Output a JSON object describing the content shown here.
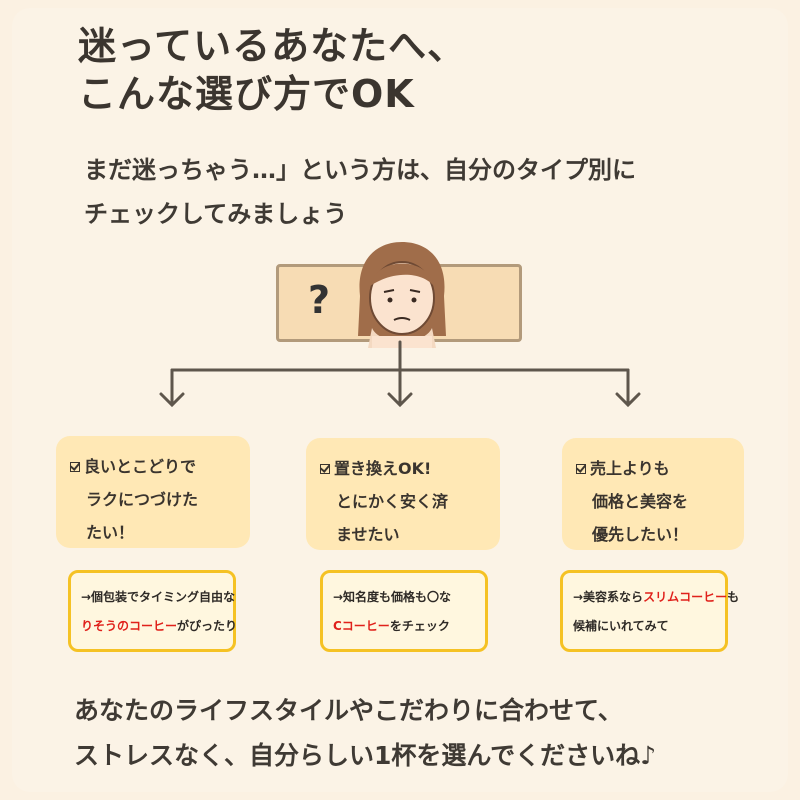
{
  "title": {
    "line1": "迷っているあなたへ、",
    "line2": "こんな選び方でOK"
  },
  "subtitle": {
    "line1": "まだ迷っちゃう…」という方は、自分のタイプ別に",
    "line2": "チェックしてみましょう"
  },
  "question_mark": "?",
  "types": [
    {
      "lines": [
        "良いとこどりで",
        "ラクにつづけた",
        "たい！"
      ],
      "recommendation": {
        "line1": "→個包装でタイミング自由な",
        "line2_red": "りそうのコーヒー",
        "line2_rest": "がぴったり"
      }
    },
    {
      "lines": [
        "置き換えOK!",
        "とにかく安く済",
        "ませたい"
      ],
      "recommendation": {
        "line1": "→知名度も価格も〇な",
        "line2_red": "Cコーヒー",
        "line2_rest": "をチェック"
      }
    },
    {
      "lines": [
        "売上よりも",
        "価格と美容を",
        "優先したい！"
      ],
      "recommendation": {
        "line1_pre": "→美容系なら",
        "line1_red": "スリムコーヒー",
        "line1_post": "も",
        "line2": "候補にいれてみて"
      }
    }
  ],
  "closing": {
    "line1": "あなたのライフスタイルやこだわりに合わせて、",
    "line2": "ストレスなく、自分らしい1杯を選んでくださいね♪"
  },
  "colors": {
    "background": "#fbf1e2",
    "card": "#ffe8b5",
    "recommendation_border": "#f5c224",
    "highlight_red": "#e0211b",
    "question_box": "#f7dcb4"
  }
}
